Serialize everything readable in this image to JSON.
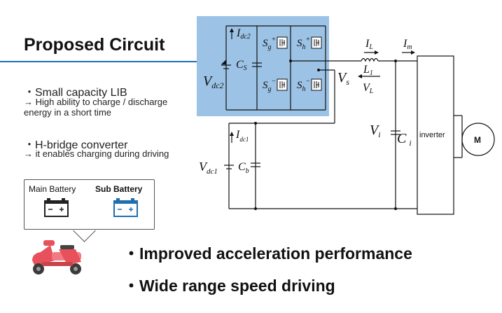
{
  "title": "Proposed Circuit",
  "bullets_left": [
    {
      "head": "・Small capacity LIB",
      "sub": "→ High ability to charge / discharge energy in a short time"
    },
    {
      "head": "・H-bridge converter",
      "sub": "→  it enables charging during driving"
    }
  ],
  "batteries": {
    "main_label": "Main Battery",
    "sub_label": "Sub Battery"
  },
  "bottom_bullets": [
    "・Improved acceleration performance",
    "・Wide range speed driving"
  ],
  "circuit_labels": {
    "idc2_main": "I",
    "idc2_sub": "dc2",
    "cs_main": "C",
    "cs_sub": "S",
    "vdc2_main": "V",
    "vdc2_sub": "dc2",
    "sg_plus": "S",
    "sg_plus_sub": "g",
    "sg_plus_sup": "+",
    "sh_plus": "S",
    "sh_plus_sub": "h",
    "sh_plus_sup": "+",
    "sg_minus": "S",
    "sg_minus_sub": "g",
    "sg_minus_sup": "−",
    "sh_minus": "S",
    "sh_minus_sub": "h",
    "sh_minus_sup": "−",
    "il_main": "I",
    "il_sub": "L",
    "im_main": "I",
    "im_sub": "m",
    "l_main": "L",
    "l_sub": "1",
    "vl_main": "V",
    "vl_sub": "L",
    "vs_main": "V",
    "vs_sub": "s",
    "vi_main": "V",
    "vi_sub": "i",
    "ci_main": "C",
    "ci_sub": "i",
    "idc1_main": "I",
    "idc1_sub": "dc1",
    "vdc1_main": "V",
    "vdc1_sub": "dc1",
    "cb_main": "C",
    "cb_sub": "b",
    "inverter": "inverter",
    "motor": "M"
  },
  "colors": {
    "accent_blue": "#1f6fb0",
    "hbridge_fill": "#9cc3e6",
    "scooter_red": "#e8505b"
  }
}
